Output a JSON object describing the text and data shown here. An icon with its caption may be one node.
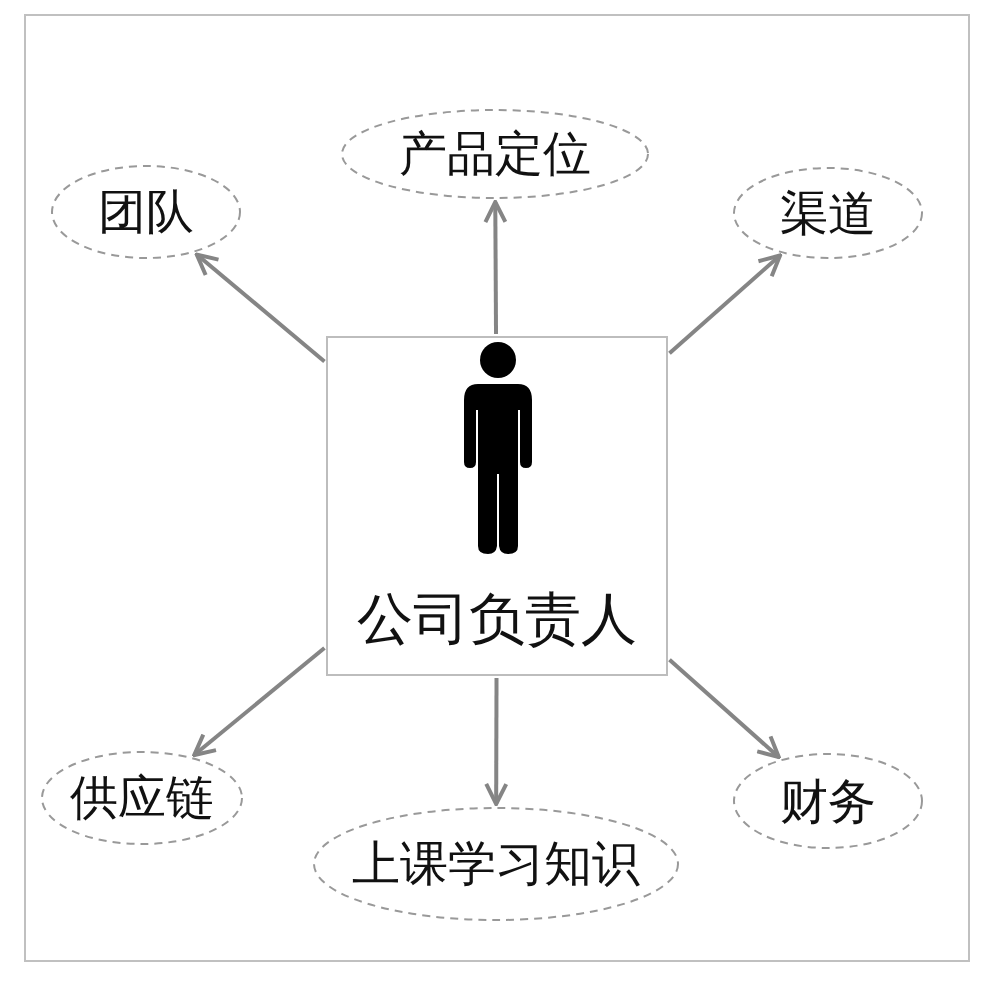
{
  "diagram": {
    "nodes": [
      {
        "text": [
          "产品定位"
        ]
      },
      {
        "text": [
          "团队"
        ]
      },
      {
        "text": [
          "渠道"
        ]
      },
      {
        "text": [
          "公司负责人"
        ]
      },
      {
        "text": [
          "供应链"
        ]
      },
      {
        "text": [
          "上课学习知识"
        ]
      },
      {
        "text": [
          "财务"
        ]
      }
    ],
    "edges": [
      {
        "from": 3,
        "to": 0,
        "arrow": "to"
      },
      {
        "from": 3,
        "to": 1,
        "arrow": "to"
      },
      {
        "from": 3,
        "to": 2,
        "arrow": "to"
      },
      {
        "from": 3,
        "to": 4,
        "arrow": "to"
      },
      {
        "from": 3,
        "to": 5,
        "arrow": "to"
      },
      {
        "from": 3,
        "to": 6,
        "arrow": "to"
      }
    ]
  }
}
